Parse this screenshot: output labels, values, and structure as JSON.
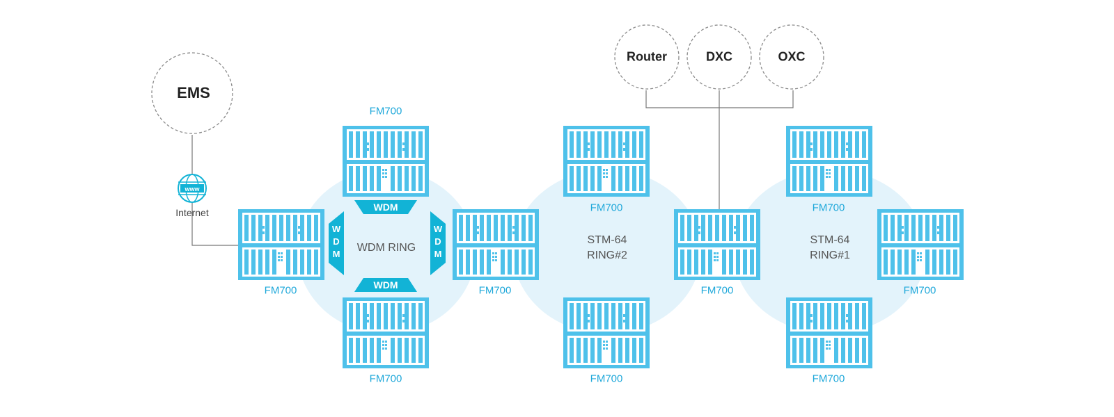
{
  "colors": {
    "device": "#4ec1ea",
    "label": "#1fa8da",
    "wdm": "#12b3d6",
    "ring_fill": "#e3f3fb",
    "line": "#777777",
    "dashed": "#8a8a8a"
  },
  "management": {
    "ems_label": "EMS",
    "internet_label": "Internet",
    "internet_icon": "globe-www-icon"
  },
  "external_nodes": [
    "Router",
    "DXC",
    "OXC"
  ],
  "rings": [
    {
      "label": "WDM RING"
    },
    {
      "label": "STM-64\nRING#2"
    },
    {
      "label": "STM-64\nRING#1"
    }
  ],
  "wdm_label": "WDM",
  "wdm_vertical_letters": [
    "W",
    "D",
    "M"
  ],
  "device_label": "FM700",
  "devices": [
    {
      "label": "FM700"
    },
    {
      "label": "FM700"
    },
    {
      "label": "FM700"
    },
    {
      "label": "FM700"
    },
    {
      "label": "FM700"
    },
    {
      "label": "FM700"
    },
    {
      "label": "FM700"
    },
    {
      "label": "FM700"
    },
    {
      "label": "FM700"
    },
    {
      "label": "FM700"
    }
  ]
}
